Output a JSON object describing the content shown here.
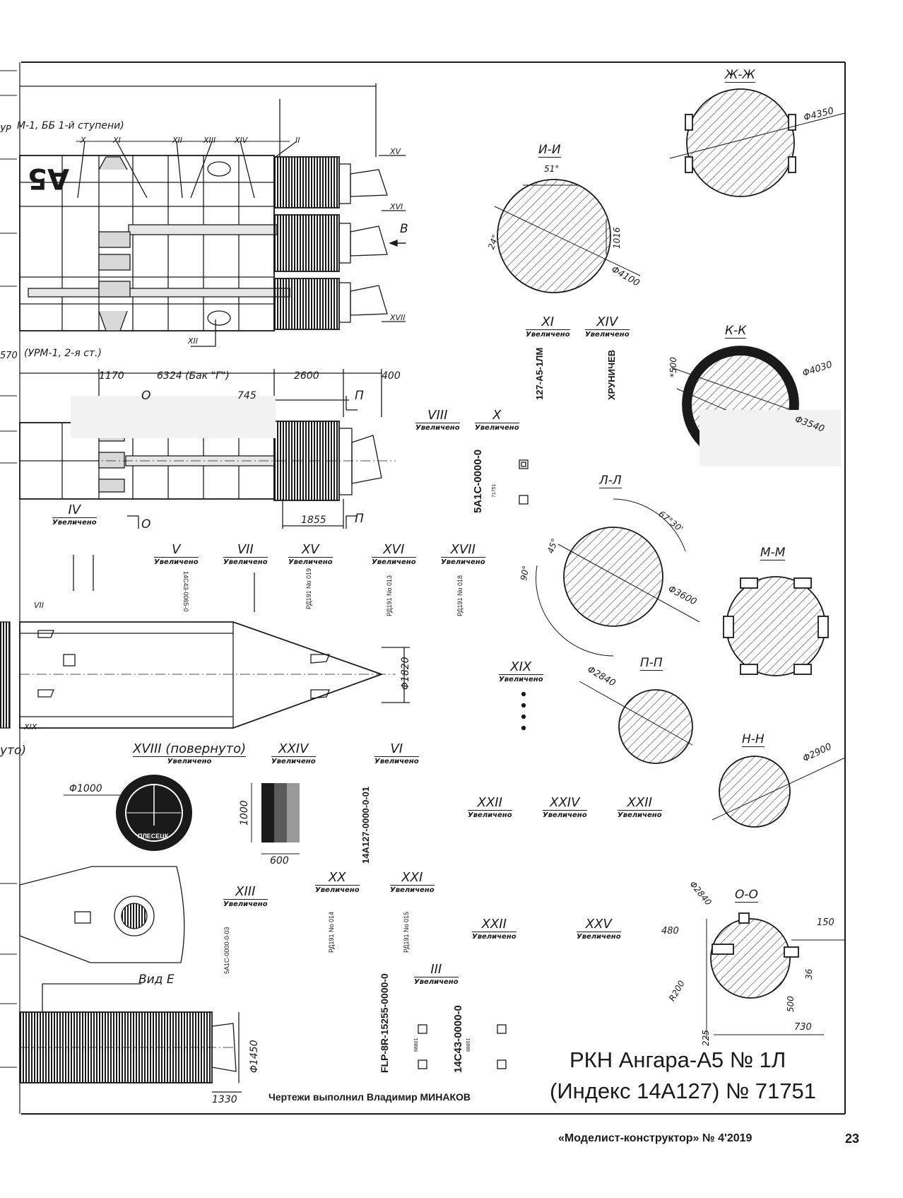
{
  "title": {
    "line1": "РКН  Ангара-А5 № 1Л",
    "line2": "(Индекс 14А127) № 71751"
  },
  "author": "Чертежи выполнил Владимир МИНАКОВ",
  "footer": {
    "magazine": "«Моделист-конструктор» № 4'2019",
    "page": "23"
  },
  "enlarged": "Увеличено",
  "left_views": {
    "view1_caption": "УР",
    "view1_label": "М-1, ББ 1-й ступени)",
    "view2_caption": "570",
    "view2_label": "(УРМ-1, 2-я ст.)",
    "view3_caption": "уто)",
    "view1_markers": [
      "X",
      "XI",
      "XII",
      "XIII",
      "XIV",
      "II",
      "XV",
      "XVI",
      "XVII",
      "XII",
      "B"
    ],
    "view2_dims": [
      "1170",
      "6324 (Бак \"Г\")",
      "2600",
      "400",
      "745",
      "1855"
    ],
    "view2_marks": [
      "О",
      "П",
      "О",
      "П"
    ],
    "fairing_dim": "Φ1820",
    "fairing_markers": [
      "VII",
      "XIX"
    ],
    "vid_e": "Вид Е",
    "vid_e_dims": [
      "Φ1450",
      "1330"
    ],
    "hull_text": "А5"
  },
  "details": [
    {
      "roman": "IV",
      "note": ""
    },
    {
      "roman": "V",
      "note": "14С43-0065-0"
    },
    {
      "roman": "VII",
      "note": ""
    },
    {
      "roman": "XV",
      "note": "РД191 No 019"
    },
    {
      "roman": "XVI",
      "note": "РД191 No 013"
    },
    {
      "roman": "XVII",
      "note": "РД191 No 018"
    },
    {
      "roman": "VIII",
      "note": ""
    },
    {
      "roman": "X",
      "note": "5А1С-0000-0"
    },
    {
      "roman": "XI",
      "note": "127-А5-1ЛМ"
    },
    {
      "roman": "XIV",
      "note": "ХРУНИЧЕВ"
    },
    {
      "roman": "XIX",
      "note": ""
    },
    {
      "roman": "XXIV",
      "note": ""
    },
    {
      "roman": "VI",
      "note": "14А127-0000-0-01"
    },
    {
      "roman": "XXII",
      "note": ""
    },
    {
      "roman": "XXIV",
      "note": ""
    },
    {
      "roman": "XXII",
      "note": ""
    },
    {
      "roman": "XIII",
      "note": "5А1С-0000-0-03"
    },
    {
      "roman": "XX",
      "note": "РД191 No 014"
    },
    {
      "roman": "XXI",
      "note": "РД191 No 015"
    },
    {
      "roman": "XXII",
      "note": ""
    },
    {
      "roman": "XXV",
      "note": ""
    },
    {
      "roman": "III",
      "note": "14С43-0000-0"
    }
  ],
  "xviii": {
    "title": "XVIII (повернуто)",
    "dim": "Φ1000",
    "emblem_text": "ПЛЕСЕЦК"
  },
  "xxiv_box": {
    "dim_v": "1000",
    "dim_h": "600"
  },
  "flp_text": "FLP-8R-15255-0000-0",
  "small_codes": [
    "71751",
    "68801",
    "88801"
  ],
  "sections": [
    {
      "name": "Ж-Ж",
      "dims": [
        "Φ4350"
      ]
    },
    {
      "name": "И-И",
      "dims": [
        "51°",
        "1016",
        "Φ4100",
        "24°"
      ]
    },
    {
      "name": "К-К",
      "dims": [
        "Φ4030",
        "Φ3540",
        "*500"
      ]
    },
    {
      "name": "Л-Л",
      "dims": [
        "67°30'",
        "45°",
        "90°",
        "Φ3600"
      ]
    },
    {
      "name": "М-М",
      "dims": []
    },
    {
      "name": "П-П",
      "dims": [
        "Φ2840"
      ]
    },
    {
      "name": "Н-Н",
      "dims": [
        "Φ2900"
      ]
    },
    {
      "name": "О-О",
      "dims": [
        "Φ2840",
        "480",
        "150",
        "36",
        "R200",
        "500",
        "225",
        "730"
      ]
    }
  ]
}
